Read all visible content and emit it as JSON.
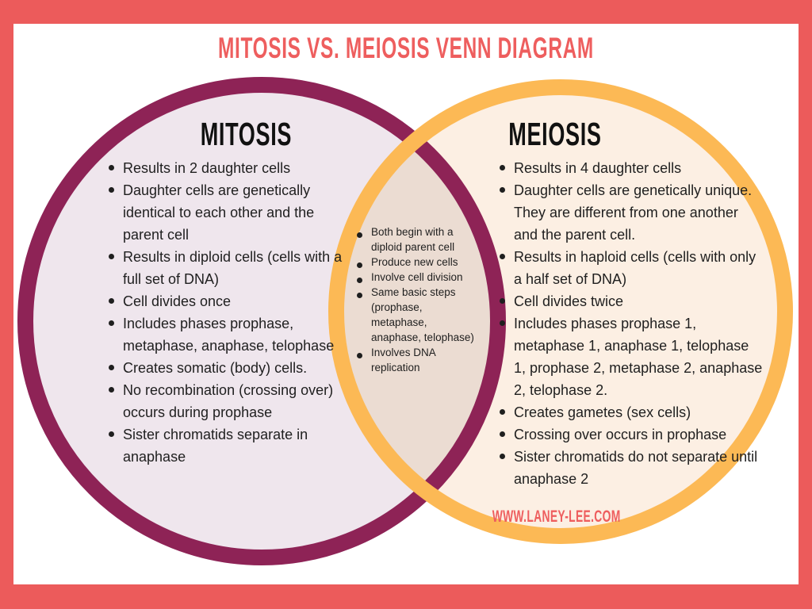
{
  "title": "MITOSIS VS. MEIOSIS VENN DIAGRAM",
  "watermark": "WWW.LANEY-LEE.COM",
  "colors": {
    "frame": "#EC5B5B",
    "title": "#EE5E5E",
    "left_stroke": "#8E2356",
    "left_fill": "#EFE6ED",
    "right_stroke": "#FCB955",
    "right_fill": "#FCEFE3",
    "overlap_fill": "#EBDCD2",
    "text": "#1F1F1F"
  },
  "venn": {
    "left": {
      "heading": "MITOSIS",
      "items": [
        "Results in 2 daughter cells",
        "Daughter cells are genetically identical to each other and the parent cell",
        "Results in diploid cells (cells with a full set of DNA)",
        "Cell divides once",
        "Includes phases prophase, metaphase, anaphase, telophase",
        "Creates somatic (body) cells.",
        "No recombination (crossing over) occurs during prophase",
        "Sister chromatids separate in anaphase"
      ]
    },
    "both": {
      "items": [
        "Both begin with a diploid parent cell",
        "Produce new cells",
        "Involve cell division",
        "Same basic steps (prophase, metaphase, anaphase, telophase)",
        "Involves DNA replication"
      ]
    },
    "right": {
      "heading": "MEIOSIS",
      "items": [
        "Results in 4 daughter cells",
        "Daughter cells are genetically unique. They are different from one another and the parent cell.",
        "Results in haploid cells (cells with only a half set of DNA)",
        "Cell divides twice",
        "Includes phases prophase 1, metaphase 1, anaphase 1, telophase 1, prophase 2, metaphase 2, anaphase 2, telophase 2.",
        "Creates gametes (sex cells)",
        "Crossing over occurs in prophase",
        "Sister chromatids do not separate until anaphase 2"
      ]
    }
  }
}
